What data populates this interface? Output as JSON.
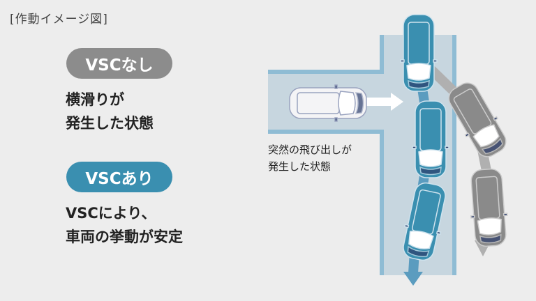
{
  "caption": "[作動イメージ図]",
  "without_vsc": {
    "label": "VSCなし",
    "description": [
      "横滑りが",
      "発生した状態"
    ]
  },
  "with_vsc": {
    "label": "VSCあり",
    "description": [
      "VSCにより、",
      "車両の挙動が安定"
    ]
  },
  "diagram_note": [
    "突然の飛び出しが",
    "発生した状態"
  ],
  "colors": {
    "vsc_on": "#3a8fb0",
    "vsc_off": "#8c8c8c",
    "road": "#c7d6df",
    "road_edge": "#8fbcd4"
  }
}
